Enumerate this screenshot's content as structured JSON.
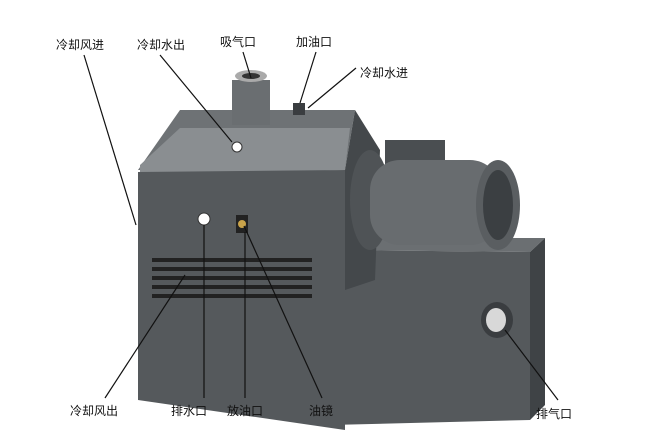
{
  "labels": {
    "cooling_air_in": "冷却风进",
    "cooling_water_out": "冷却水出",
    "suction_port": "吸气口",
    "oil_fill_port": "加油口",
    "cooling_water_in": "冷却水进",
    "cooling_air_out": "冷却风出",
    "drain_port": "排水口",
    "oil_drain_port": "放油口",
    "oil_sight_glass": "油镜",
    "exhaust_port": "排气口"
  },
  "colors": {
    "body": "#55595c",
    "body_dark": "#3f4346",
    "body_light": "#7b7f82",
    "line": "#111111"
  }
}
